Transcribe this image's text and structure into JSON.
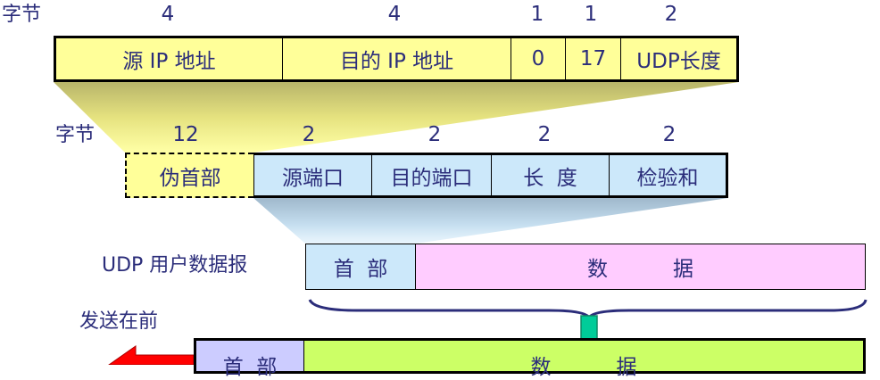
{
  "diagram": {
    "title": "UDP pseudo-header and datagram encapsulation",
    "colors": {
      "text": "#2b2d7a",
      "ip_header_fill": "#ffff99",
      "udp_header_fill": "#cce8fa",
      "udp_data_fill": "#ffccff",
      "ip_header_bottom_fill": "#ccccff",
      "ip_data_fill": "#ccff66",
      "send_arrow": "#ff0000",
      "down_arrow": "#00cc99"
    },
    "pseudo_header_row": {
      "bytes_label": "字节",
      "byte_sizes": [
        "4",
        "4",
        "1",
        "1",
        "2"
      ],
      "fields": [
        "源 IP 地址",
        "目的 IP 地址",
        "0",
        "17",
        "UDP长度"
      ]
    },
    "udp_header_row": {
      "bytes_label": "字节",
      "byte_sizes": [
        "12",
        "2",
        "2",
        "2",
        "2"
      ],
      "pseudo_field": "伪首部",
      "fields": [
        "源端口",
        "目的端口",
        "长  度",
        "检验和"
      ]
    },
    "udp_datagram_row": {
      "label": "UDP 用户数据报",
      "header": "首  部",
      "data": "数          据"
    },
    "ip_datagram_row": {
      "send_label": "发送在前",
      "header": "首  部",
      "data": "数          据"
    }
  }
}
